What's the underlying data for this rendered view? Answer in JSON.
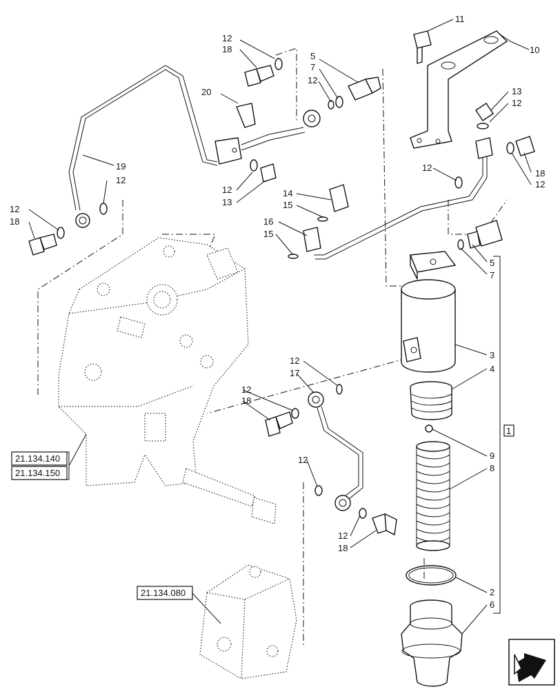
{
  "callouts": [
    "11",
    "10",
    "12",
    "18",
    "5",
    "7",
    "12",
    "20",
    "13",
    "12",
    "12",
    "19",
    "18",
    "12",
    "12",
    "12",
    "13",
    "14",
    "15",
    "16",
    "15",
    "12",
    "18",
    "5",
    "7",
    "3",
    "4",
    "1",
    "9",
    "8",
    "2",
    "6",
    "12",
    "17",
    "12",
    "18",
    "12",
    "12",
    "18"
  ],
  "refs": [
    "21.134.140",
    "21.134.150",
    "21.134.080"
  ],
  "nav_icon": "next-page-arrow-icon"
}
